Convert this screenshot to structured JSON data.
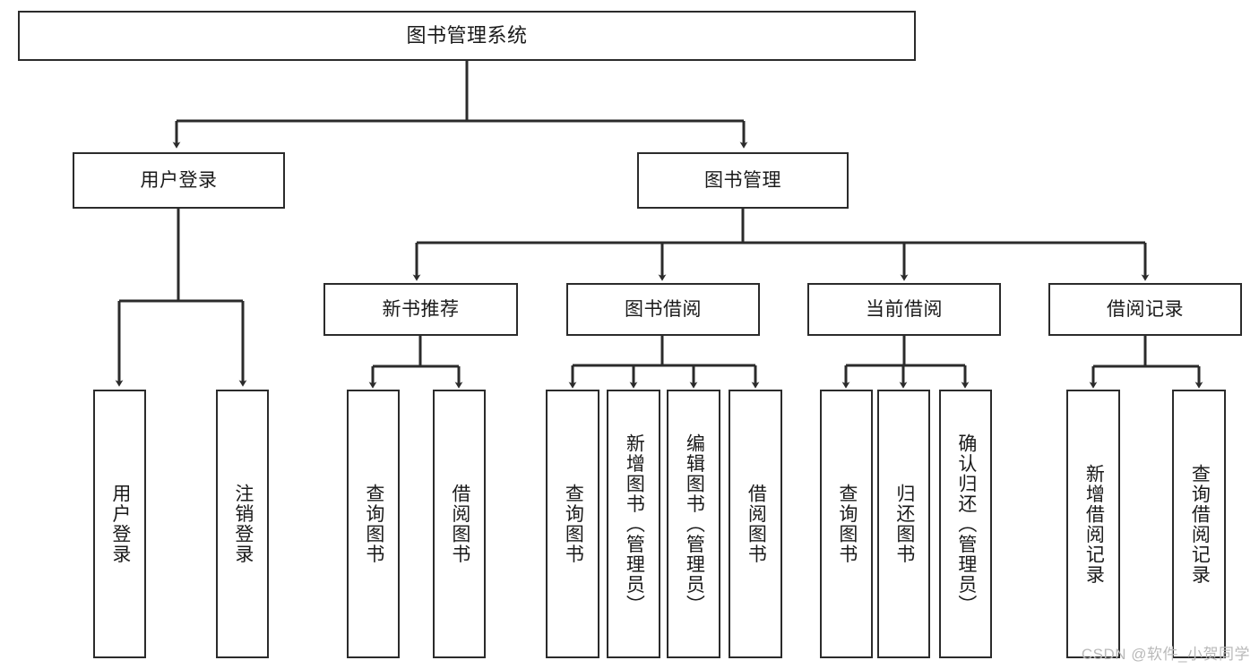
{
  "diagram": {
    "type": "tree",
    "title": "图书管理系统",
    "root": {
      "id": "root",
      "label": "图书管理系统"
    },
    "level1": [
      {
        "id": "user-login",
        "label": "用户登录"
      },
      {
        "id": "book-management",
        "label": "图书管理"
      }
    ],
    "level2": [
      {
        "id": "new-book-recommend",
        "label": "新书推荐",
        "parent": "book-management"
      },
      {
        "id": "book-borrow",
        "label": "图书借阅",
        "parent": "book-management"
      },
      {
        "id": "current-borrow",
        "label": "当前借阅",
        "parent": "book-management"
      },
      {
        "id": "borrow-record",
        "label": "借阅记录",
        "parent": "book-management"
      }
    ],
    "leaves": {
      "user_login": [
        {
          "id": "leaf-user-login",
          "label": "用户登录"
        },
        {
          "id": "leaf-logout-login",
          "label": "注销登录"
        }
      ],
      "new_book_recommend": [
        {
          "id": "leaf-query-book-1",
          "label": "查询图书"
        },
        {
          "id": "leaf-borrow-book-1",
          "label": "借阅图书"
        }
      ],
      "book_borrow": [
        {
          "id": "leaf-query-book-2",
          "label": "查询图书"
        },
        {
          "id": "leaf-add-book",
          "label": "新增图书（管理员）"
        },
        {
          "id": "leaf-edit-book",
          "label": "编辑图书（管理员）"
        },
        {
          "id": "leaf-borrow-book-2",
          "label": "借阅图书"
        }
      ],
      "current_borrow": [
        {
          "id": "leaf-query-book-3",
          "label": "查询图书"
        },
        {
          "id": "leaf-return-book",
          "label": "归还图书"
        },
        {
          "id": "leaf-confirm-return",
          "label": "确认归还（管理员）"
        }
      ],
      "borrow_record": [
        {
          "id": "leaf-add-record",
          "label": "新增借阅记录"
        },
        {
          "id": "leaf-query-record",
          "label": "查询借阅记录"
        }
      ]
    }
  },
  "watermark": {
    "text": "CSDN @软件_小贺同学"
  },
  "colors": {
    "box_border": "#2b2b2b",
    "box_fill": "#ffffff",
    "text": "#1a1a1a",
    "connector": "#2b2b2b",
    "watermark": "#b9b9b9",
    "background": "#ffffff"
  }
}
